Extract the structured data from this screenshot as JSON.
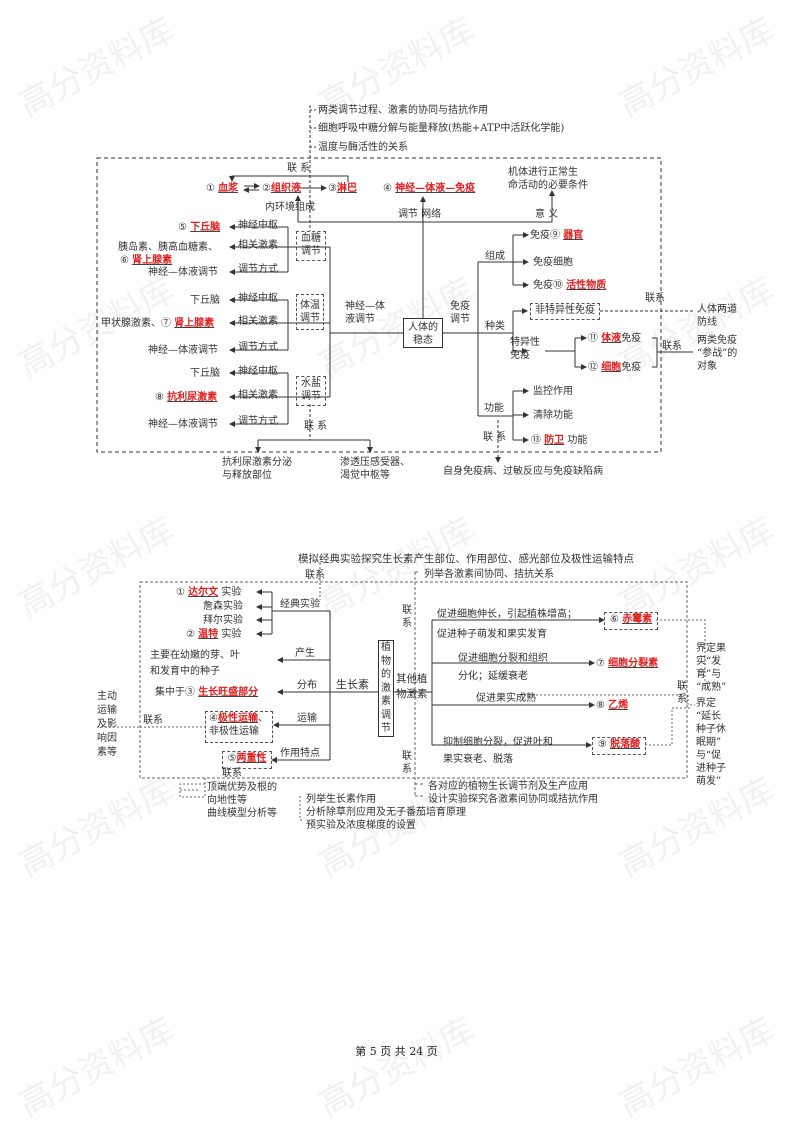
{
  "watermark": "高分资料库",
  "map1": {
    "notes": [
      "两类调节过程、激素的协同与拮抗作用",
      "细胞呼吸中糖分解与能量释放(热能+ATP中活跃化学能)",
      "温度与酶活性的关系"
    ],
    "link": "联 系",
    "link2": "联系",
    "n1": "①",
    "a1": "血浆",
    "n2": "②",
    "a2": "组织液",
    "n3": "③",
    "a3": "淋巴",
    "env_comp": "内环境组成",
    "n4": "④",
    "a4": "神经—体液—免疫",
    "meaning_text": "机体进行正常生\n命活动的必要条件",
    "network": "调节 网络",
    "meaning": "意 义",
    "center": "人体的\n稳态",
    "neuro_humoral": "神经—体\n液调节",
    "immune_reg": "免疫\n调节",
    "labels": {
      "center_nerve": "神经中枢",
      "hormone": "相关激素",
      "mode": "调节方式"
    },
    "glucose": {
      "box": "血糖\n调节",
      "n5": "⑤",
      "a5": "下丘脑",
      "hormones": "胰岛素、胰高血糖素、",
      "n6": "⑥",
      "a6": "肾上腺素",
      "mode": "神经—体液调节"
    },
    "temperature": {
      "box": "体温\n调节",
      "center": "下丘脑",
      "hormones": "甲状腺激素、⑦",
      "a7": "肾上腺素",
      "mode": "神经—体液调节"
    },
    "water": {
      "box": "水盐\n调节",
      "center": "下丘脑",
      "n8": "⑧",
      "a8": "抗利尿激素",
      "mode": "神经—体液调节"
    },
    "water_links": [
      "抗利尿激素分泌\n与释放部位",
      "渗透压感受器、\n渴觉中枢等"
    ],
    "immune": {
      "composition": "组成",
      "types": "种类",
      "functions": "功能",
      "organ_pre": "免疫⑨",
      "a9": "器官",
      "cells": "免疫细胞",
      "subst_pre": "免疫⑩",
      "a10": "活性物质",
      "nonspecific": "非特异性免疫",
      "specific": "特异性\n免疫",
      "n11": "⑪",
      "a11": "体液",
      "s11": "免疫",
      "n12": "⑫",
      "a12": "细胞",
      "s12": "免疫",
      "defense_lines": "人体两道\n防线",
      "targets": "两类免疫\n“参战”的\n对象",
      "monitor": "监控作用",
      "clear": "清除功能",
      "n13": "⑬",
      "a13": "防卫",
      "s13": "功能",
      "diseases": "自身免疫病、过敏反应与免疫缺陷病"
    }
  },
  "map2": {
    "title": "模拟经典实验探究生长素产生部位、作用部位、感光部位及极性运输特点",
    "list_relations": "列举各激素间协同、拮抗关系",
    "link": "联系",
    "classic": "经典实验",
    "n1": "①",
    "a1": "达尔文",
    "exp": "实验",
    "jensen": "詹森实验",
    "paal": "拜尔实验",
    "n2": "②",
    "a2": "温特",
    "produce": "产生",
    "produce_text": "主要在幼嫩的芽、叶\n和发育中的种子",
    "distribution": "分布",
    "dist_pre": "集中于③",
    "a3": "生长旺盛部分",
    "transport": "运输",
    "n4": "④",
    "a4": "极性运输",
    "trans_rest": "、\n非极性运输",
    "feature": "作用特点",
    "n5": "⑤",
    "a5": "两重性",
    "active_transport": "主动运输及影响因素等",
    "auxin": "生长素",
    "center": "植物的激素调节",
    "others": "其他植物激素",
    "gib_text": "促进细胞伸长，引起植株增高；\n促进种子萌发和果实发育",
    "n6": "⑥",
    "a6": "赤霉素",
    "cyt_text": "促进细胞分裂和组织\n分化；延缓衰老",
    "n7": "⑦",
    "a7": "细胞分裂素",
    "eth_text": "促进果实成熟",
    "n8": "⑧",
    "a8": "乙烯",
    "aba_text": "抑制细胞分裂，促进叶和\n果实衰老、脱落",
    "n9": "⑨",
    "a9": "脱落酸",
    "define_fruit": "界定果\n实“发\n育”与\n“成熟”",
    "define_seed": "界定\n“延长\n种子休\n眠期”\n与“促\n进种子\n萌发”",
    "bottom_left": "顶端优势及根的\n向地性等\n曲线模型分析等",
    "bottom_mid": "列举生长素作用\n分析除草剂应用及无子番茄培育原理\n预实验及浓度梯度的设置",
    "bottom_right": "各对应的植物生长调节剂及生产应用\n设计实验探究各激素间协同或拮抗作用"
  },
  "footer": "第 5 页 共 24 页"
}
